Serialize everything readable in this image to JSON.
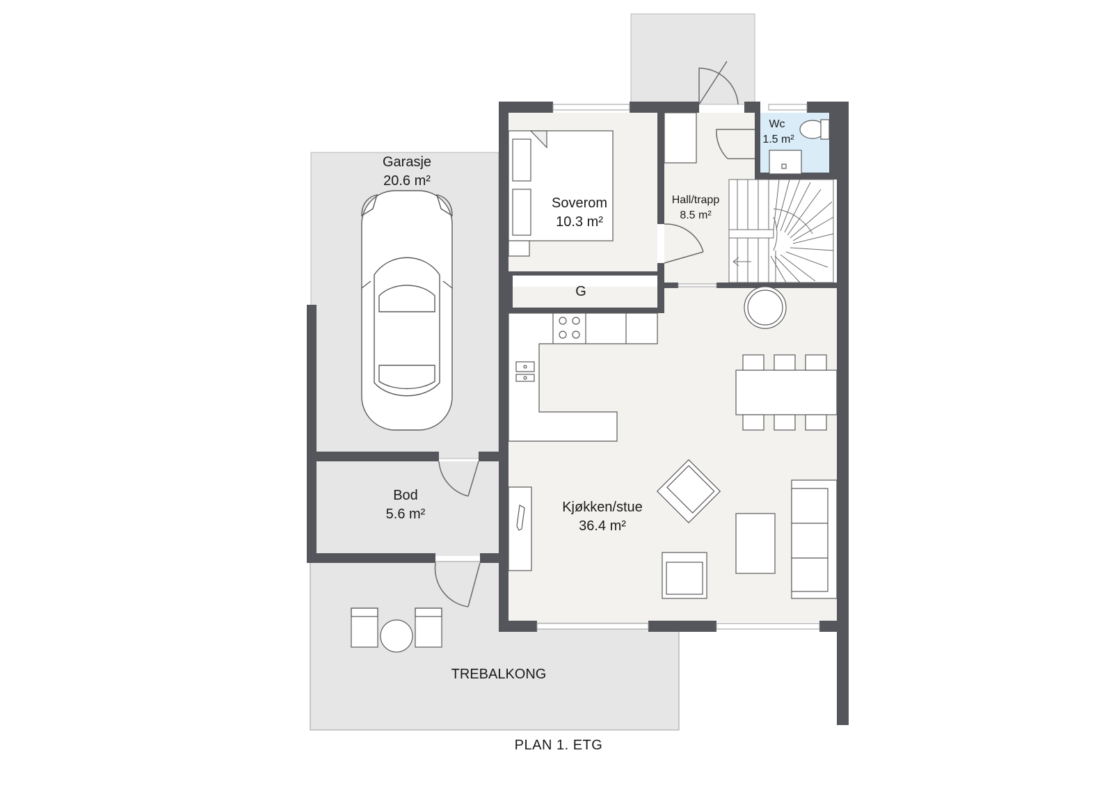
{
  "rooms": {
    "garage": {
      "name": "Garasje",
      "area": "20.6 m²"
    },
    "bedroom": {
      "name": "Soverom",
      "area": "10.3 m²"
    },
    "hall": {
      "name": "Hall/trapp",
      "area": "8.5 m²"
    },
    "wc": {
      "name": "Wc",
      "area": "1.5 m²"
    },
    "wardrobe": {
      "name": "G"
    },
    "storage": {
      "name": "Bod",
      "area": "5.6 m²"
    },
    "kitchen_living": {
      "name": "Kjøkken/stue",
      "area": "36.4 m²"
    },
    "balcony": {
      "name": "TREBALKONG"
    }
  },
  "caption": "PLAN 1. ETG",
  "colors": {
    "wall": "#54565b",
    "outdoor": "#e6e6e6",
    "interior": "#f4f2ee",
    "bath": "#d9ecf8",
    "furniture_stroke": "#5a5a5a"
  }
}
